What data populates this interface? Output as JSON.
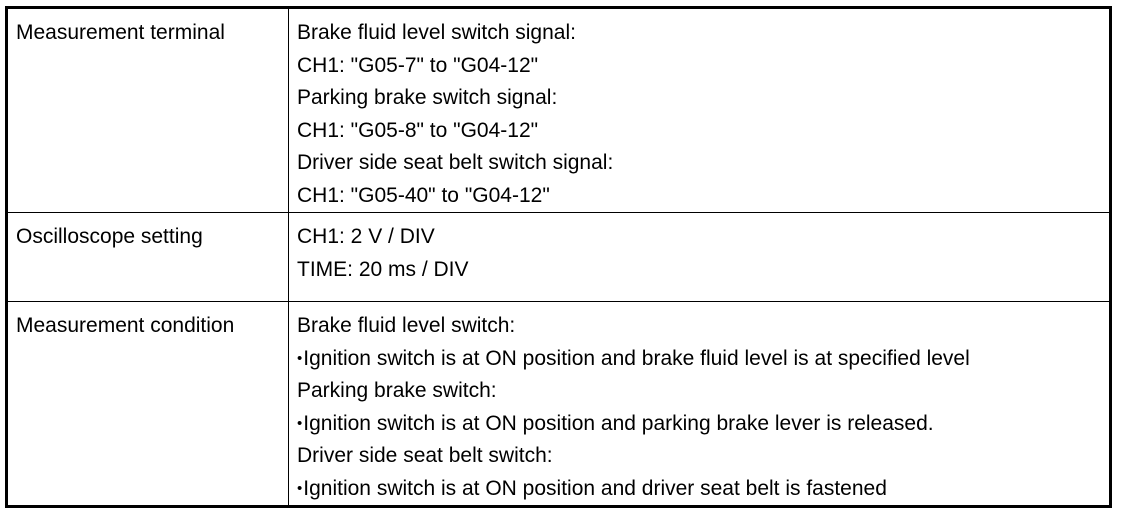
{
  "table": {
    "rows": [
      {
        "label": "Measurement terminal",
        "lines": [
          "Brake fluid level switch signal:",
          "CH1: \"G05-7\" to \"G04-12\"",
          "Parking brake switch signal:",
          "CH1: \"G05-8\" to \"G04-12\"",
          "Driver side seat belt switch signal:",
          "CH1: \"G05-40\" to \"G04-12\""
        ]
      },
      {
        "label": "Oscilloscope setting",
        "lines": [
          "CH1: 2 V / DIV",
          "TIME: 20 ms / DIV"
        ]
      },
      {
        "label": "Measurement condition",
        "lines": [
          "Brake fluid level switch:",
          "Ignition switch is at ON position and brake fluid level is at specified level",
          "Parking brake switch:",
          "Ignition switch is at ON position and parking brake lever is released.",
          "Driver side seat belt switch:",
          "Ignition switch is at ON position and driver seat belt is fastened"
        ],
        "bullet_symbol": "•"
      }
    ]
  }
}
